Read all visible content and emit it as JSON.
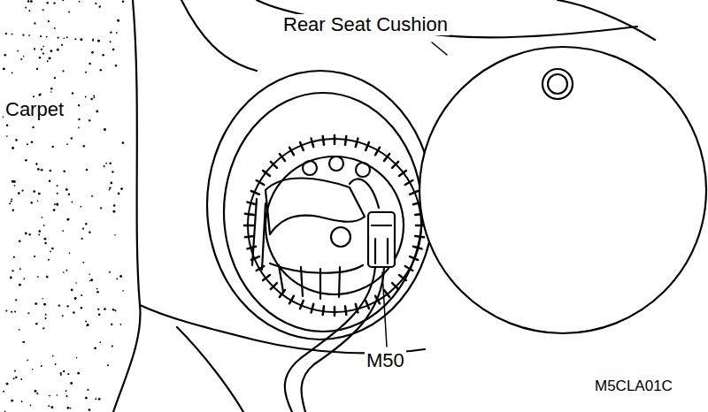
{
  "diagram": {
    "labels": [
      "Rear Seat Cushion",
      "Carpet",
      "M50",
      "M5CLA01C"
    ]
  }
}
